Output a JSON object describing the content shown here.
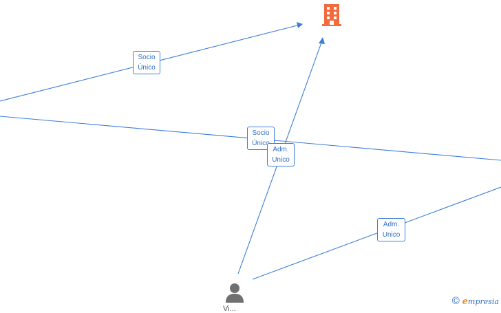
{
  "diagram": {
    "colors": {
      "edge": "#3b7dd8",
      "company_icon": "#f26a3d",
      "person_icon": "#707070"
    },
    "nodes": {
      "company": {
        "icon": "building-icon"
      },
      "person": {
        "icon": "person-icon",
        "label": "Vi..."
      }
    },
    "edges": [
      {
        "label_line1": "Socio",
        "label_line2": "Único"
      },
      {
        "label_line1": "Socio",
        "label_line2": "Único"
      },
      {
        "label_line1": "Adm.",
        "label_line2": "Unico"
      },
      {
        "label_line1": "Adm.",
        "label_line2": "Unico"
      }
    ]
  },
  "footer": {
    "copyright_symbol": "©",
    "brand_first_letter": "e",
    "brand_rest": "mpresia"
  }
}
